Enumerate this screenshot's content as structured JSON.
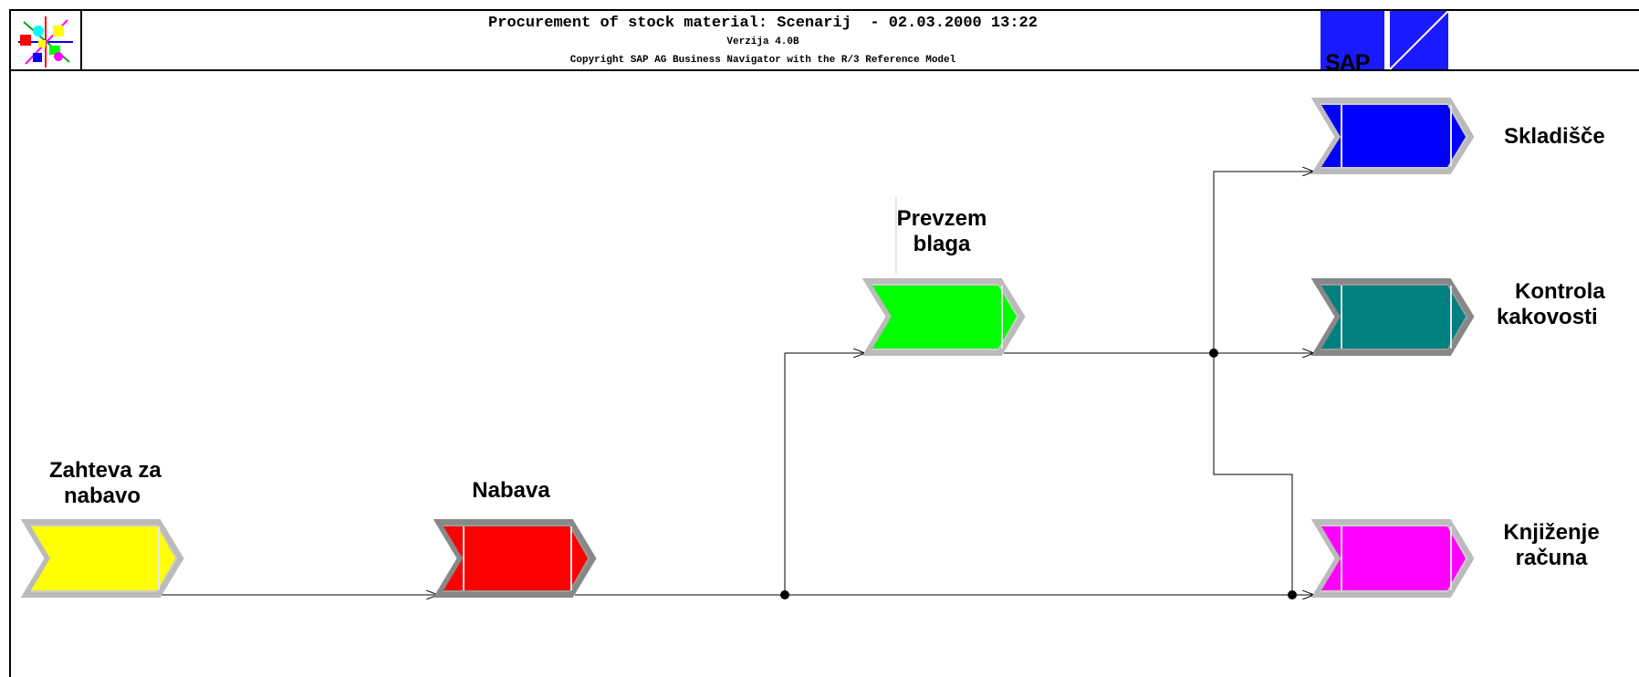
{
  "header": {
    "title": "Procurement of stock material: Scenarij  - 02.03.2000 13:22",
    "version": "Verzija 4.0B",
    "copyright": "Copyright SAP AG Business Navigator with the R/3 Reference Model",
    "brand": "SAP"
  },
  "colors": {
    "zahteva": "#ffff00",
    "nabava": "#ff0000",
    "prevzem": "#00ff00",
    "skladisce": "#0000ff",
    "kontrola": "#008080",
    "knjizenje": "#ff00ff",
    "sap_blue": "#1a1aff"
  },
  "nodes": {
    "zahteva": {
      "label_line1": "Zahteva za",
      "label_line2": "nabavo"
    },
    "nabava": {
      "label_line1": "Nabava"
    },
    "prevzem": {
      "label_line1": "Prevzem",
      "label_line2": "blaga"
    },
    "skladisce": {
      "label_line1": "Skladišče"
    },
    "kontrola": {
      "label_line1": "Kontrola",
      "label_line2": "kakovosti"
    },
    "knjizenje": {
      "label_line1": "Knjiženje",
      "label_line2": "računa"
    }
  }
}
